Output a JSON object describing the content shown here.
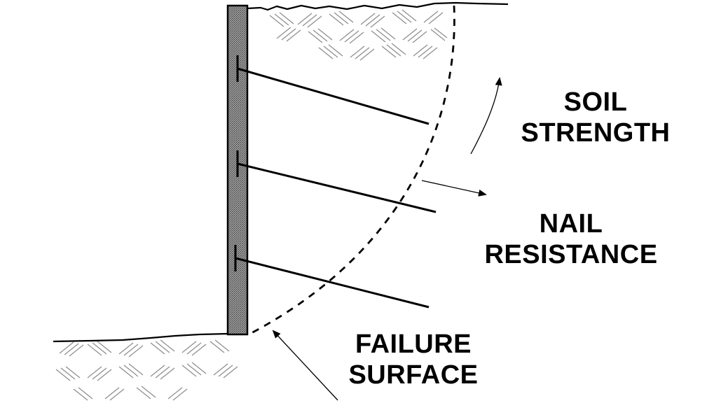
{
  "labels": {
    "soil_strength": [
      "SOIL",
      "STRENGTH"
    ],
    "nail_resistance": [
      "NAIL",
      "RESISTANCE"
    ],
    "failure_surface": [
      "FAILURE",
      "SURFACE"
    ]
  },
  "colors": {
    "wall_fill": "#8a8a8a",
    "line": "#000000",
    "hatch": "#8c8c8c",
    "background": "#ffffff"
  },
  "nail_count": 3
}
